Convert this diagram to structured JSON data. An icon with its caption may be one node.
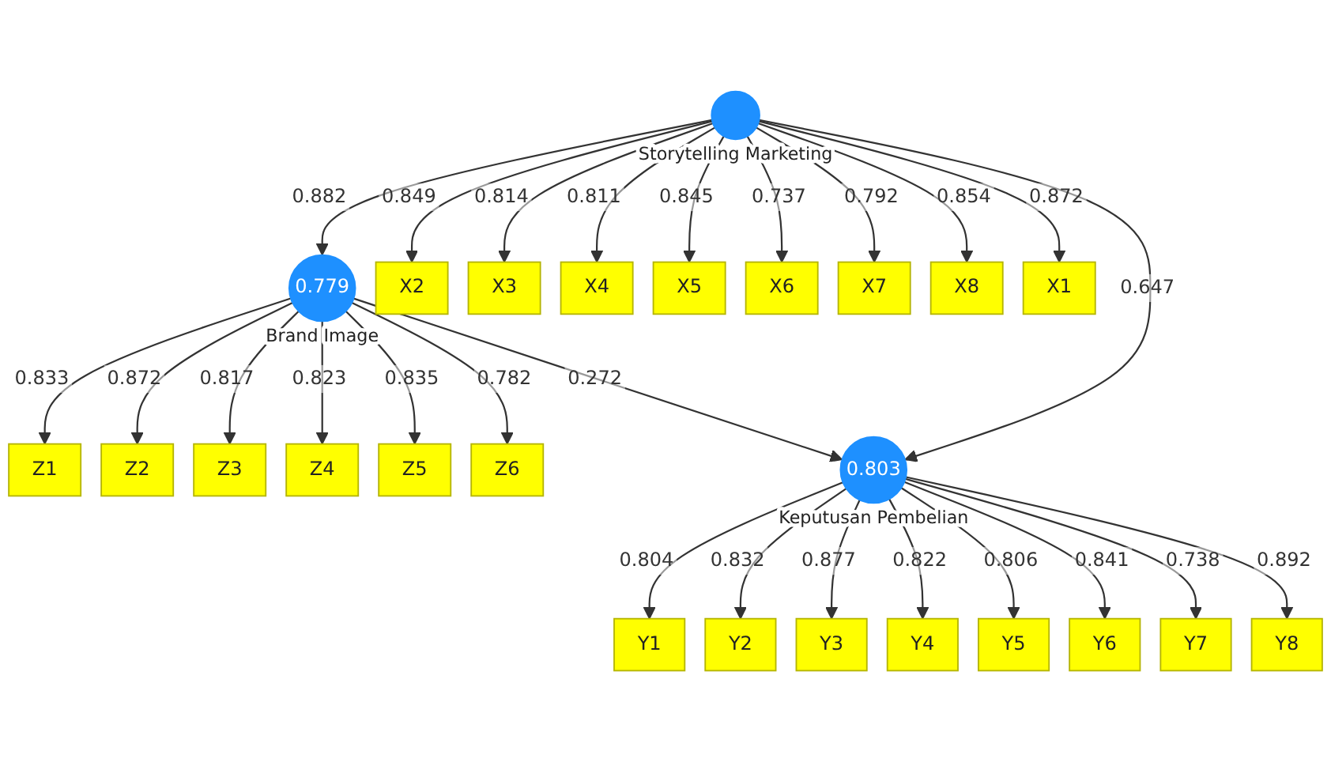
{
  "diagram": {
    "nodes": [
      {
        "text": [
          "Z1"
        ]
      },
      {
        "text": [
          "Z2"
        ]
      },
      {
        "text": [
          "Z3"
        ]
      },
      {
        "text": [
          "Z4"
        ]
      },
      {
        "text": [
          "Z5"
        ]
      },
      {
        "text": [
          "Z6"
        ]
      },
      {
        "text": [
          "0.779"
        ],
        "beside": [
          "Brand Image"
        ]
      },
      {
        "text": [
          "X2"
        ]
      },
      {
        "text": [
          "X3"
        ]
      },
      {
        "text": [
          "X4"
        ]
      },
      {
        "text": [
          "X5"
        ]
      },
      {
        "text": [
          "X6"
        ]
      },
      {
        "text": [
          "X7"
        ]
      },
      {
        "text": [
          "X8"
        ]
      },
      {
        "text": [
          "X1"
        ]
      },
      {
        "text": [],
        "shape": "circle",
        "beside": [
          "Storytelling Marketing"
        ]
      },
      {
        "text": [
          "0.803"
        ],
        "beside": [
          "Keputusan Pembelian"
        ]
      },
      {
        "text": [
          "Y1"
        ]
      },
      {
        "text": [
          "Y2"
        ]
      },
      {
        "text": [
          "Y3"
        ]
      },
      {
        "text": [
          "Y4"
        ]
      },
      {
        "text": [
          "Y5"
        ]
      },
      {
        "text": [
          "Y6"
        ]
      },
      {
        "text": [
          "Y7"
        ]
      },
      {
        "text": [
          "Y8"
        ]
      }
    ],
    "edges": [
      {
        "from": 6,
        "to": 0,
        "arrow": "to",
        "label": "0.833"
      },
      {
        "from": 6,
        "to": 1,
        "arrow": "to",
        "label": "0.872"
      },
      {
        "from": 6,
        "to": 2,
        "arrow": "to",
        "label": "0.817"
      },
      {
        "from": 6,
        "to": 3,
        "arrow": "to",
        "label": "0.823"
      },
      {
        "from": 6,
        "to": 4,
        "arrow": "to",
        "label": "0.835"
      },
      {
        "from": 6,
        "to": 5,
        "arrow": "to",
        "label": "0.782"
      },
      {
        "from": 15,
        "to": 7,
        "arrow": "to",
        "label": "0.849"
      },
      {
        "from": 15,
        "to": 8,
        "arrow": "to",
        "label": "0.814"
      },
      {
        "from": 15,
        "to": 9,
        "arrow": "to",
        "label": "0.811"
      },
      {
        "from": 15,
        "to": 10,
        "arrow": "to",
        "label": "0.845"
      },
      {
        "from": 15,
        "to": 11,
        "arrow": "to",
        "label": "0.737"
      },
      {
        "from": 15,
        "to": 12,
        "arrow": "to",
        "label": "0.792"
      },
      {
        "from": 15,
        "to": 13,
        "arrow": "to",
        "label": "0.854"
      },
      {
        "from": 15,
        "to": 14,
        "arrow": "to",
        "label": "0.872"
      },
      {
        "from": 15,
        "to": 6,
        "arrow": "to",
        "label": "0.882"
      },
      {
        "from": 6,
        "to": 16,
        "arrow": "to",
        "label": "0.272"
      },
      {
        "from": 15,
        "to": 16,
        "arrow": "to",
        "label": "0.647"
      },
      {
        "from": 16,
        "to": 17,
        "arrow": "to",
        "label": "0.804"
      },
      {
        "from": 16,
        "to": 18,
        "arrow": "to",
        "label": "0.832"
      },
      {
        "from": 16,
        "to": 19,
        "arrow": "to",
        "label": "0.877"
      },
      {
        "from": 16,
        "to": 20,
        "arrow": "to",
        "label": "0.822"
      },
      {
        "from": 16,
        "to": 21,
        "arrow": "to",
        "label": "0.806"
      },
      {
        "from": 16,
        "to": 22,
        "arrow": "to",
        "label": "0.841"
      },
      {
        "from": 16,
        "to": 23,
        "arrow": "to",
        "label": "0.738"
      },
      {
        "from": 16,
        "to": 24,
        "arrow": "to",
        "label": "0.892"
      }
    ]
  }
}
